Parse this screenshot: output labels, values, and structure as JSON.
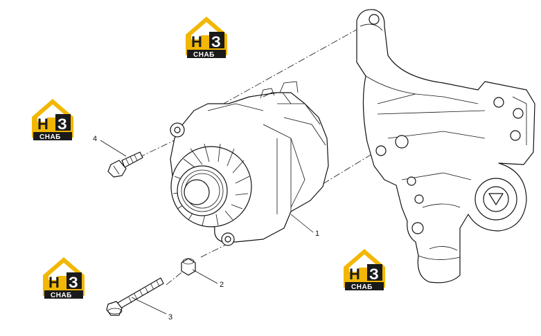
{
  "logo": {
    "letters_main": "Н",
    "letters_accent": "З",
    "subtitle": "СНАБ",
    "colors": {
      "accent": "#f2b705",
      "dark": "#1a1a1a",
      "white": "#ffffff"
    }
  },
  "callouts": [
    {
      "id": "1",
      "label": "1"
    },
    {
      "id": "2",
      "label": "2"
    },
    {
      "id": "3",
      "label": "3"
    },
    {
      "id": "4",
      "label": "4"
    }
  ]
}
